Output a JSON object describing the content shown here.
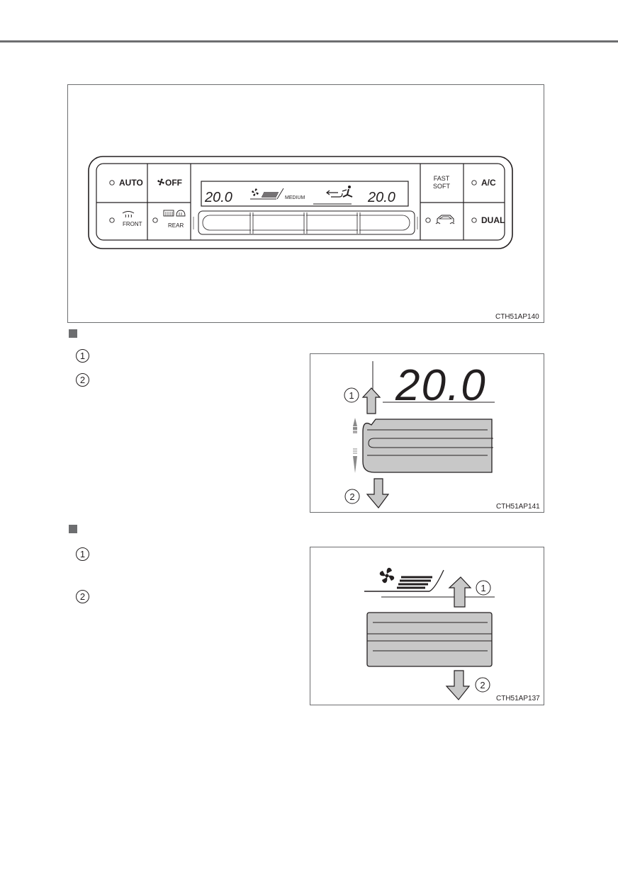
{
  "figure1": {
    "code": "CTH51AP140",
    "buttons": {
      "auto": "AUTO",
      "fan_off": "OFF",
      "front": "FRONT",
      "rear": "REAR",
      "fast": "FAST",
      "soft": "SOFT",
      "ac": "A/C",
      "dual": "DUAL"
    },
    "display": {
      "temp_left": "20.0",
      "fan_speed_label": "MEDIUM",
      "temp_right": "20.0"
    }
  },
  "section1": {
    "markers": [
      "1",
      "2"
    ]
  },
  "figure2": {
    "code": "CTH51AP141",
    "temp": "20.0",
    "callouts": [
      "1",
      "2"
    ]
  },
  "section2": {
    "markers": [
      "1",
      "2"
    ]
  },
  "figure3": {
    "code": "CTH51AP137",
    "callouts": [
      "1",
      "2"
    ]
  },
  "icons": [
    "fan-icon",
    "defroster-icon",
    "rear-defogger-icon",
    "mirror-defogger-icon",
    "recirculation-icon",
    "airflow-mode-icon",
    "car-outline-icon",
    "arrow-up-icon",
    "arrow-down-icon"
  ],
  "colors": {
    "rule": "#6d6e70",
    "ink": "#231f20",
    "button_fill": "#c8c8c8"
  }
}
